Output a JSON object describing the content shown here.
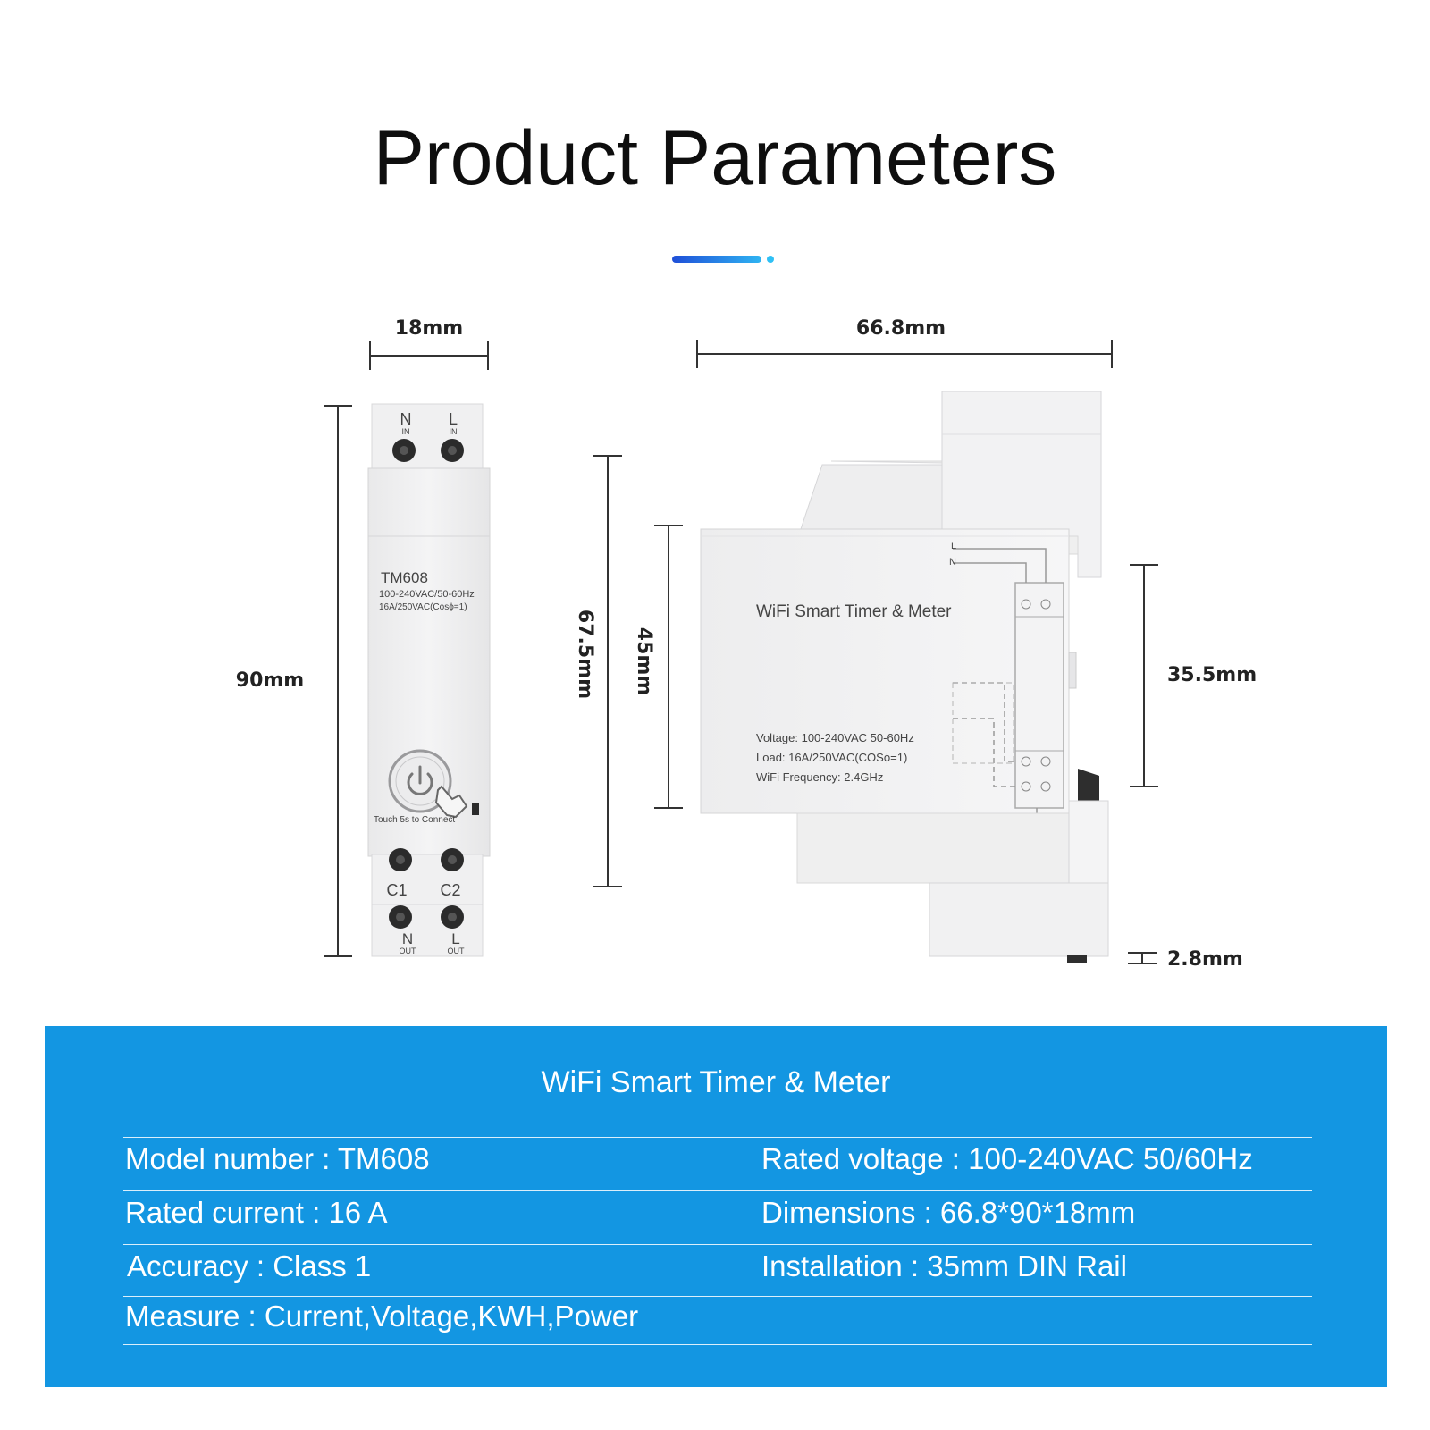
{
  "page": {
    "title": "Product Parameters",
    "accent_colors": [
      "#1f4fd8",
      "#2fb4f2"
    ]
  },
  "dimensions": {
    "front_width": "18mm",
    "front_height": "90mm",
    "side_width": "66.8mm",
    "side_body_height": "67.5mm",
    "side_face_height": "45mm",
    "side_module_height": "35.5mm",
    "rail_offset": "2.8mm"
  },
  "front_device": {
    "terminal_top_left": "N",
    "terminal_top_left_sub": "IN",
    "terminal_top_right": "L",
    "terminal_top_right_sub": "IN",
    "model": "TM608",
    "rating_line1": "100-240VAC/50-60Hz",
    "rating_line2": "16A/250VAC(Cosϕ=1)",
    "touch_hint": "Touch 5s to Connect",
    "terminal_c1": "C1",
    "terminal_c2": "C2",
    "terminal_bottom_left": "N",
    "terminal_bottom_left_sub": "OUT",
    "terminal_bottom_right": "L",
    "terminal_bottom_right_sub": "OUT",
    "icons": [
      "power-icon",
      "hand-pointer-icon"
    ]
  },
  "side_device": {
    "label_title": "WiFi Smart Timer & Meter",
    "spec_voltage": "Voltage: 100-240VAC 50-60Hz",
    "spec_load": "Load: 16A/250VAC(COSϕ=1)",
    "spec_wifi": "WiFi Frequency: 2.4GHz",
    "wire_l": "L",
    "wire_n": "N"
  },
  "spec_panel": {
    "background": "#1396e2",
    "title": "WiFi Smart Timer & Meter",
    "rows": [
      {
        "left": "Model number : TM608",
        "right": "Rated voltage : 100-240VAC 50/60Hz"
      },
      {
        "left": "Rated current : 16 A",
        "right": "Dimensions : 66.8*90*18mm"
      },
      {
        "left": "Accuracy : Class 1",
        "right": "Installation : 35mm DIN Rail"
      },
      {
        "left": "Measure : Current,Voltage,KWH,Power",
        "right": ""
      }
    ]
  }
}
